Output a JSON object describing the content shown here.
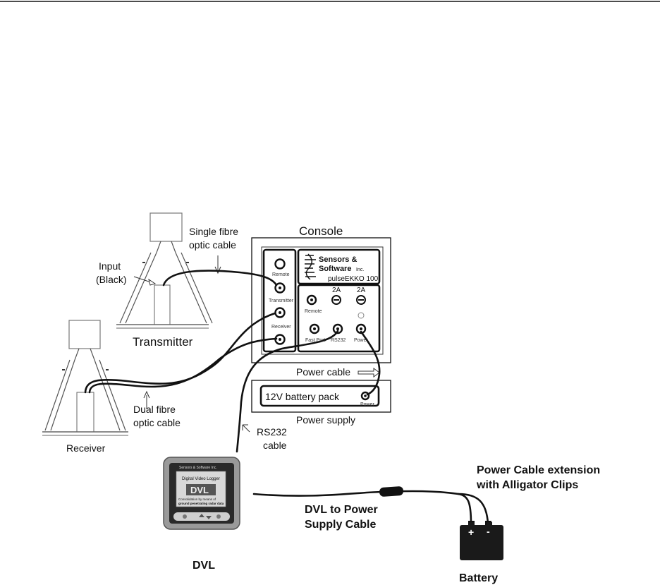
{
  "labels": {
    "console": "Console",
    "single_fibre": [
      "Single fibre",
      "optic cable"
    ],
    "input": [
      "Input",
      "(Black)"
    ],
    "transmitter": "Transmitter",
    "receiver": "Receiver",
    "dual_fibre": [
      "Dual fibre",
      "optic cable"
    ],
    "power_cable": "Power cable",
    "battery_pack": "12V battery pack",
    "power_supply": "Power supply",
    "rs232_cable": [
      "RS232",
      "cable"
    ],
    "dvl": "DVL",
    "dvl_to_power": [
      "DVL to Power",
      "Supply Cable"
    ],
    "extension": [
      "Power Cable extension",
      "with Alligator Clips"
    ],
    "battery": "Battery",
    "plus": "+",
    "minus": "-"
  },
  "console_panel": {
    "brand_line1": "Sensors &",
    "brand_line2": "Software",
    "brand_suffix": "Inc.",
    "model": "pulseEKKO 100",
    "left_ports": [
      "Remote",
      "Transmitter",
      "Receiver"
    ],
    "fuse_label": "2A",
    "right_ports": [
      "Remote",
      "Fast Port",
      "RS232",
      "Power"
    ],
    "pack_port": "Power"
  },
  "dvl_screen": {
    "header": "Sensors & Software Inc.",
    "title": "Digital Video Logger",
    "logo": "DVL",
    "line1": "Consolidation by means of",
    "line2": "ground penetrating radar data"
  },
  "colors": {
    "ink": "#111111",
    "dvl_body": "#9a9a9a",
    "dvl_screen": "#d8d8d8",
    "battery": "#1a1a1a"
  }
}
